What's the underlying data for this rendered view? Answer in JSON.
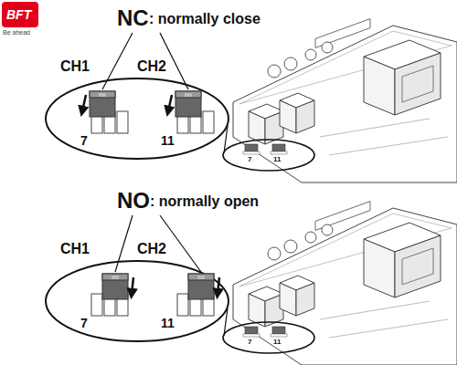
{
  "diagram": {
    "labels": [
      "BFT",
      "Be ahead",
      "NC",
      ": normally close",
      "CH1",
      "CH2",
      "7",
      "11",
      "7",
      "11",
      "NO",
      ": normally open",
      "CH1",
      "CH2",
      "7",
      "11",
      "7",
      "11"
    ]
  }
}
